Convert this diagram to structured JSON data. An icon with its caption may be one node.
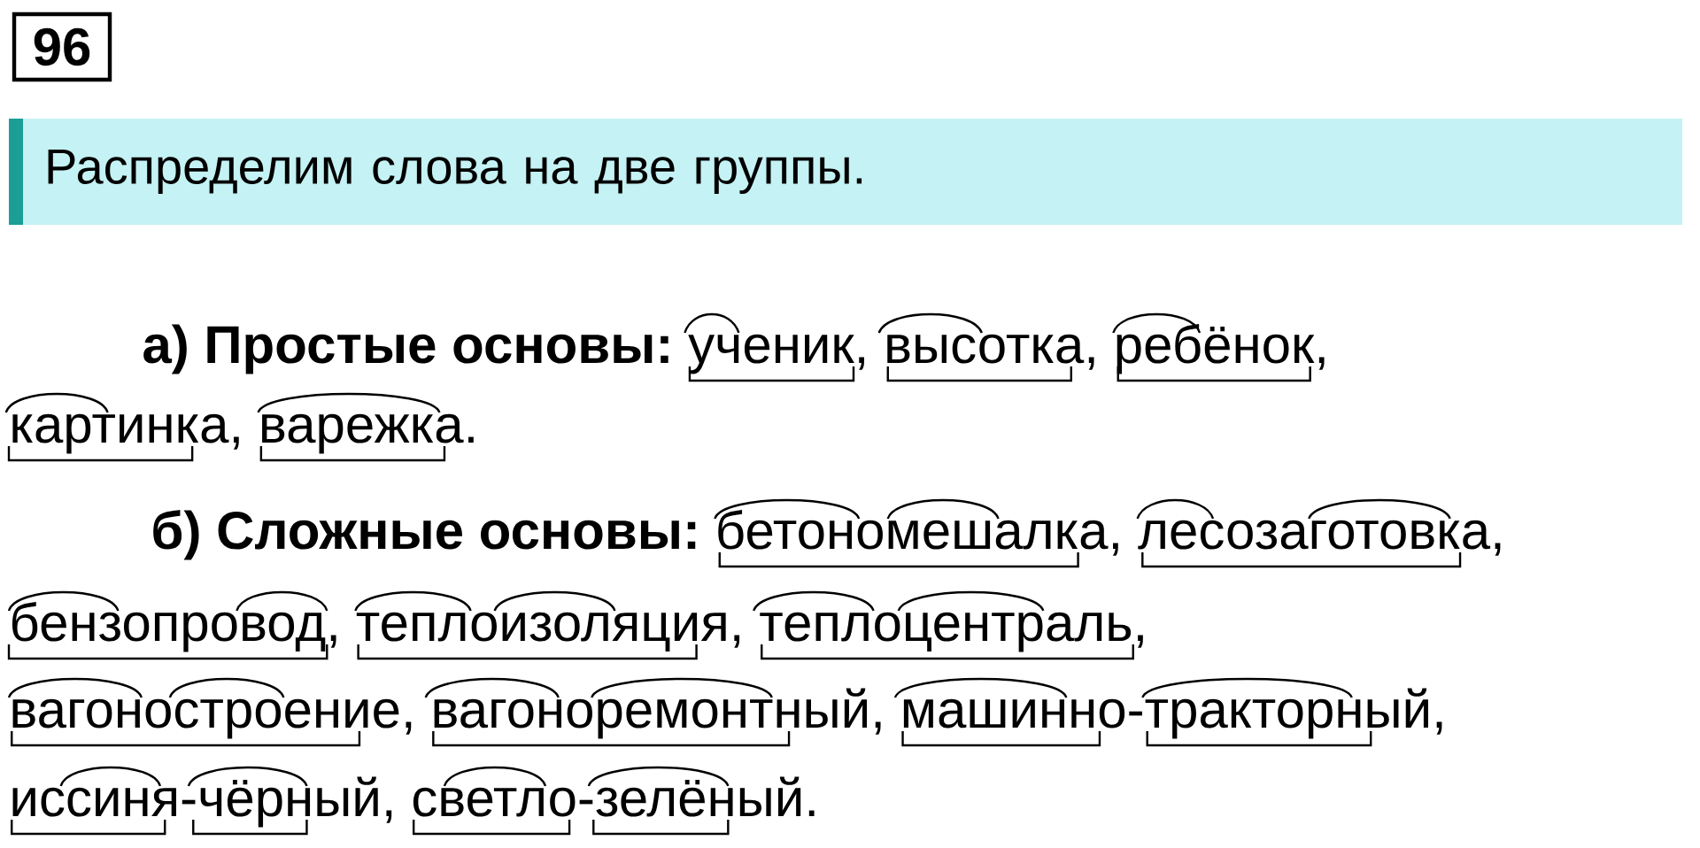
{
  "diagram": {
    "nodes": [
      {
        "text": [
          "96"
        ]
      },
      {
        "text": [
          "Распределим слова на две группы."
        ]
      }
    ],
    "labels": [
      "а) Простые основы:",
      "ученик,",
      "высотка,",
      "ребёнок,",
      "картинка,",
      "варежка.",
      "б) Сложные основы:",
      "бетономешалка,",
      "лесозаготовка,",
      "бензопровод,",
      "теплоизоляция,",
      "теплоцентраль,",
      "вагоностроение,",
      "вагоноремонтный,",
      "машинно-тракторный,",
      "иссиня-чёрный,",
      "светло-зелёный."
    ]
  }
}
